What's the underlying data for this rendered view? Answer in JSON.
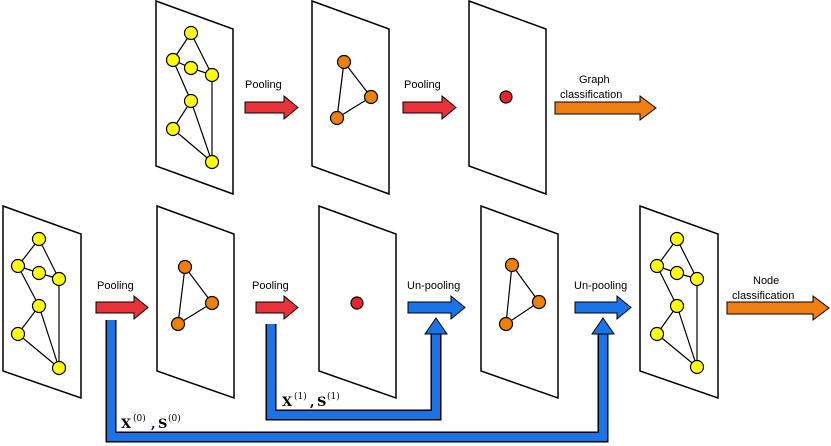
{
  "labels": {
    "pool_top_1": "Pooling",
    "pool_top_2": "Pooling",
    "graph_classification_1": "Graph",
    "graph_classification_2": "classification",
    "pool_bot_1": "Pooling",
    "pool_bot_2": "Pooling",
    "unpool_1": "Un-pooling",
    "unpool_2": "Un-pooling",
    "node_classification_1": "Node",
    "node_classification_2": "classification"
  },
  "skip_labels": {
    "skip_0": {
      "x": "X",
      "s": "S",
      "sup": "(0)"
    },
    "skip_1": {
      "x": "X",
      "s": "S",
      "sup": "(1)"
    }
  },
  "colors": {
    "yellow_node": "#ffff00",
    "orange_node": "#f08000",
    "red_node": "#e8242c",
    "red_arrow": "#e8333a",
    "orange_arrow": "#f07f12",
    "blue_arrow": "#1a74e8"
  }
}
